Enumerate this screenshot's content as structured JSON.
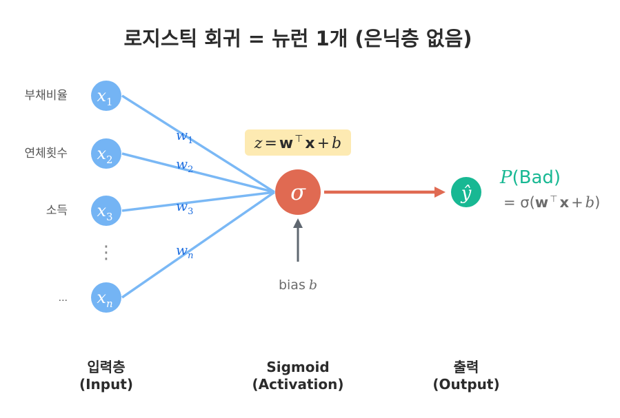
{
  "title": "로지스틱 회귀 = 뉴런 1개 (은닉층 없음)",
  "inputs": [
    {
      "feature": "부채비율",
      "var": "x",
      "sub": "1"
    },
    {
      "feature": "연체횟수",
      "var": "x",
      "sub": "2"
    },
    {
      "feature": "소득",
      "var": "x",
      "sub": "3"
    },
    {
      "feature": "...",
      "var": "x",
      "sub": "n"
    }
  ],
  "ellipsis_glyph": "⋮",
  "weights": [
    {
      "var": "w",
      "sub": "1"
    },
    {
      "var": "w",
      "sub": "2"
    },
    {
      "var": "w",
      "sub": "3"
    },
    {
      "var": "w",
      "sub": "n"
    }
  ],
  "neuron": {
    "symbol": "σ",
    "bias_text": "bias",
    "bias_var": "b"
  },
  "formula_z": {
    "lhs": "z",
    "eq": "=",
    "w": "w",
    "T": "⊤",
    "x": "x",
    "plus": "+",
    "b": "b"
  },
  "output": {
    "symbol": "ŷ",
    "P": "P",
    "label": "(Bad)",
    "eq": "= σ(",
    "w": "w",
    "T": "⊤",
    "x": "x",
    "plus": "+",
    "b": "b",
    "close": ")"
  },
  "layers": {
    "input": {
      "ko": "입력층",
      "en": "(Input)"
    },
    "activation": {
      "ko": "Sigmoid",
      "en": "(Activation)"
    },
    "output": {
      "ko": "출력",
      "en": "(Output)"
    }
  },
  "colors": {
    "input_node": "#74b4f4",
    "edge": "#7ab8f5",
    "weight_text": "#1f6fe0",
    "neuron": "#e06a52",
    "output_node": "#18b893",
    "output_text": "#18b893",
    "formula_bg": "#fdeab2",
    "gray_text": "#6b6b6b",
    "dark_text": "#2b2b2b"
  }
}
